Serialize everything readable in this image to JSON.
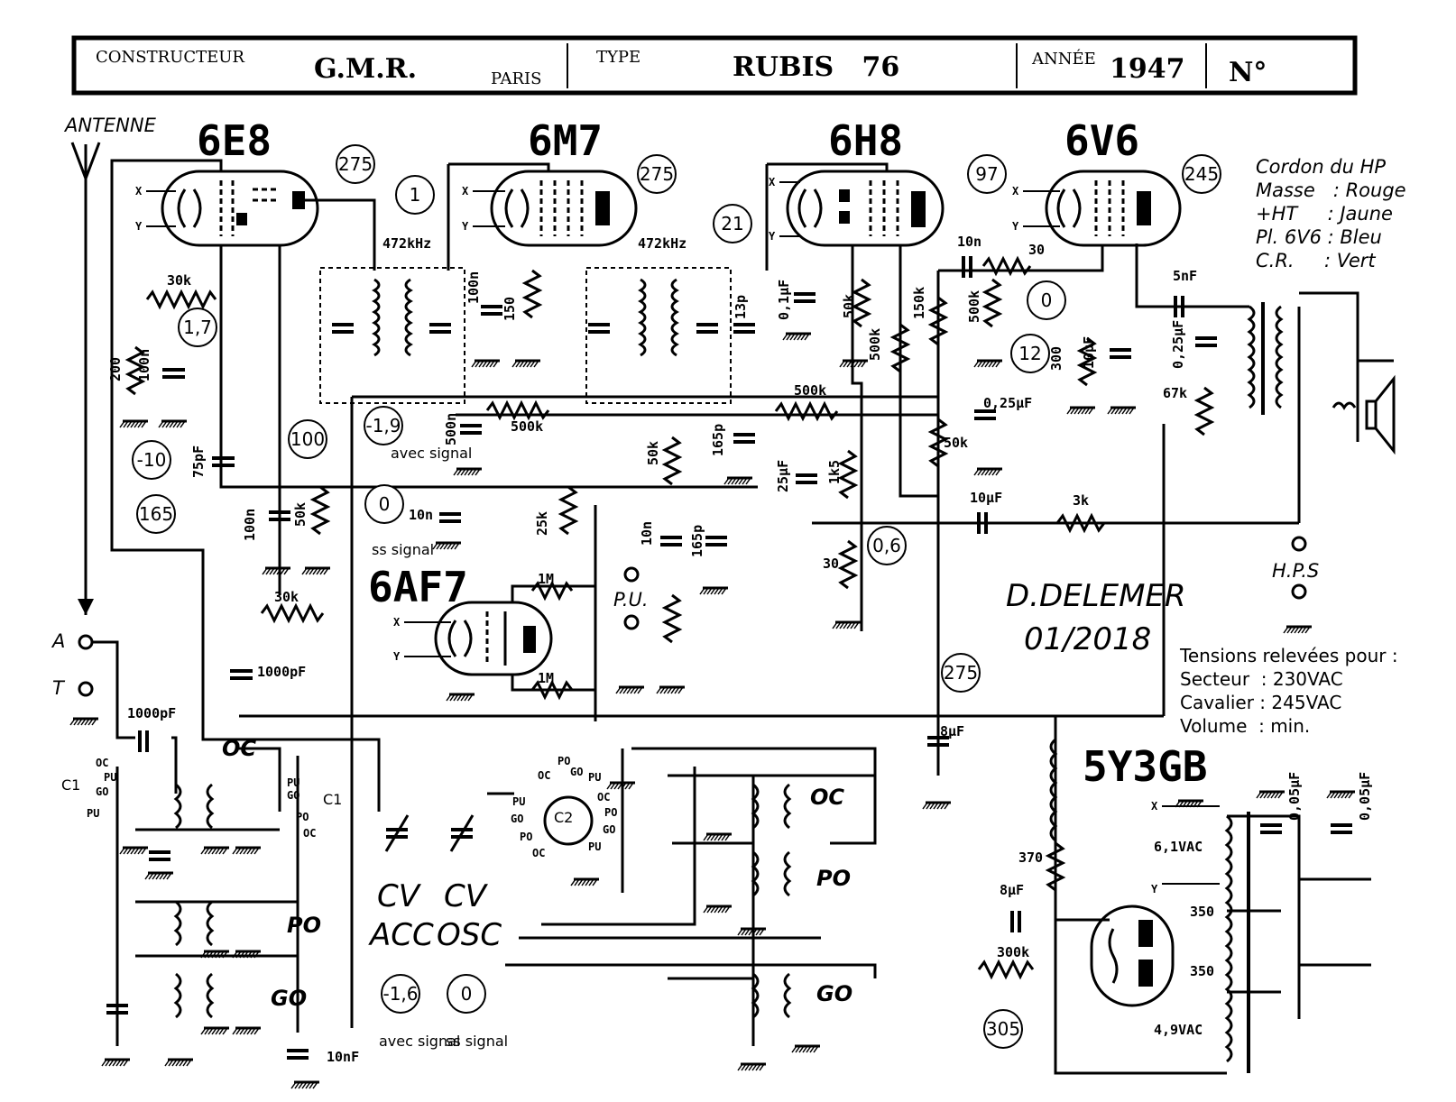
{
  "header": {
    "constructeur_label": "CONSTRUCTEUR",
    "constructeur": "G.M.R.",
    "city": "PARIS",
    "type_label": "TYPE",
    "type": "RUBIS   76",
    "annee_label": "ANNÉE",
    "annee": "1947",
    "numero_label": "N°"
  },
  "tubes": {
    "mixer": "6E8",
    "if_amp": "6M7",
    "detector": "6H8",
    "output": "6V6",
    "tuning_eye": "6AF7",
    "rectifier": "5Y3GB"
  },
  "antenna_label": "ANTENNE",
  "terminals": {
    "a": "A",
    "t": "T",
    "pu": "P.U.",
    "hps": "H.P.S"
  },
  "voltages": [
    "275",
    "1",
    "275",
    "21",
    "97",
    "245",
    "0",
    "12",
    "1,7",
    "-10",
    "100",
    "165",
    "-1,9",
    "0",
    "0,6",
    "275",
    "-1,6",
    "0",
    "305"
  ],
  "signal_notes": {
    "avec_signal": "avec signal",
    "ss_signal": "ss signal"
  },
  "if_freq": [
    "472kHz",
    "472kHz"
  ],
  "components": [
    "30k",
    "200",
    "100n",
    "75pF",
    "100n",
    "50k",
    "30k",
    "1000pF",
    "100n",
    "150",
    "500n",
    "500k",
    "10n",
    "25k",
    "1M",
    "1M",
    "13p",
    "165p",
    "50k",
    "10n",
    "165p",
    "0,1µF",
    "50k",
    "500k",
    "500k",
    "25µF",
    "1k5",
    "30",
    "150k",
    "10n",
    "30",
    "500k",
    "0,25µF",
    "50k",
    "10µF",
    "3k",
    "300",
    "10µF",
    "5nF",
    "0,25µF",
    "67k",
    "1000pF",
    "10nF",
    "8µF",
    "370",
    "8µF",
    "300k",
    "6,1VAC",
    "350",
    "350",
    "4,9VAC",
    "0,05µF",
    "0,05µF"
  ],
  "cord": {
    "title": "Cordon du HP",
    "lines": [
      "Masse   : Rouge",
      "+HT     : Jaune",
      "Pl. 6V6 : Bleu",
      "C.R.     : Vert"
    ]
  },
  "credit": {
    "author": "D.DELEMER",
    "date": "01/2018"
  },
  "notes": {
    "title": "Tensions relevées pour :",
    "lines": [
      "Secteur  : 230VAC",
      "Cavalier : 245VAC",
      "Volume  : min."
    ]
  },
  "bands": {
    "oc": "OC",
    "po": "PO",
    "go": "GO"
  },
  "switches": {
    "c1": "C1",
    "c2": "C2",
    "pos": [
      "OC",
      "PU",
      "GO",
      "PO"
    ]
  },
  "cv": {
    "cv": "CV",
    "acc": "ACC",
    "osc": "OSC"
  },
  "heater": {
    "x": "X",
    "y": "Y"
  }
}
